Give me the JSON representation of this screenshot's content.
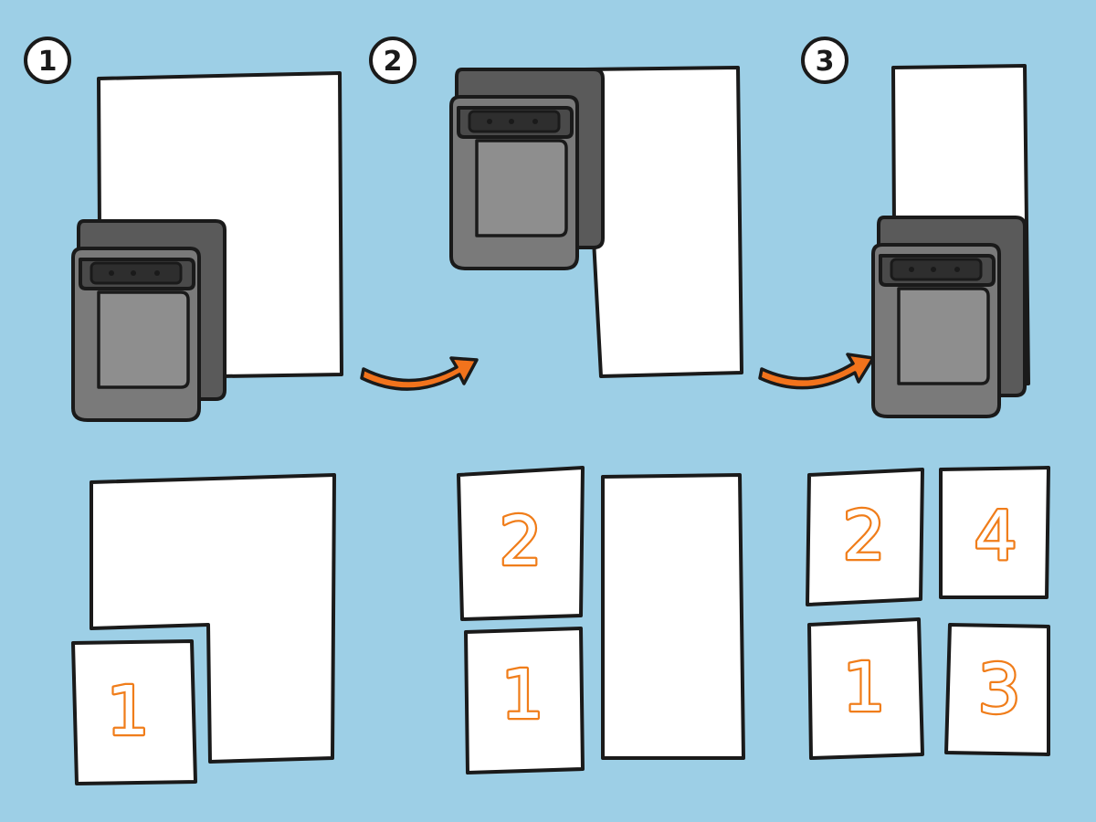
{
  "steps": [
    {
      "number": "1"
    },
    {
      "number": "2"
    },
    {
      "number": "3"
    }
  ],
  "sections": {
    "step1": [
      "1"
    ],
    "step2": [
      "2",
      "1"
    ],
    "step3": [
      "2",
      "4",
      "1",
      "3"
    ]
  },
  "colors": {
    "background": "#9dcfe6",
    "paper": "#ffffff",
    "outline": "#1a1a1a",
    "accent": "#f07d1a",
    "device": "#5a5a5a"
  },
  "icons": {
    "step_badge": "circled-number",
    "device": "handheld-vacuum-icon",
    "arrow": "curved-arrow-right-icon"
  }
}
